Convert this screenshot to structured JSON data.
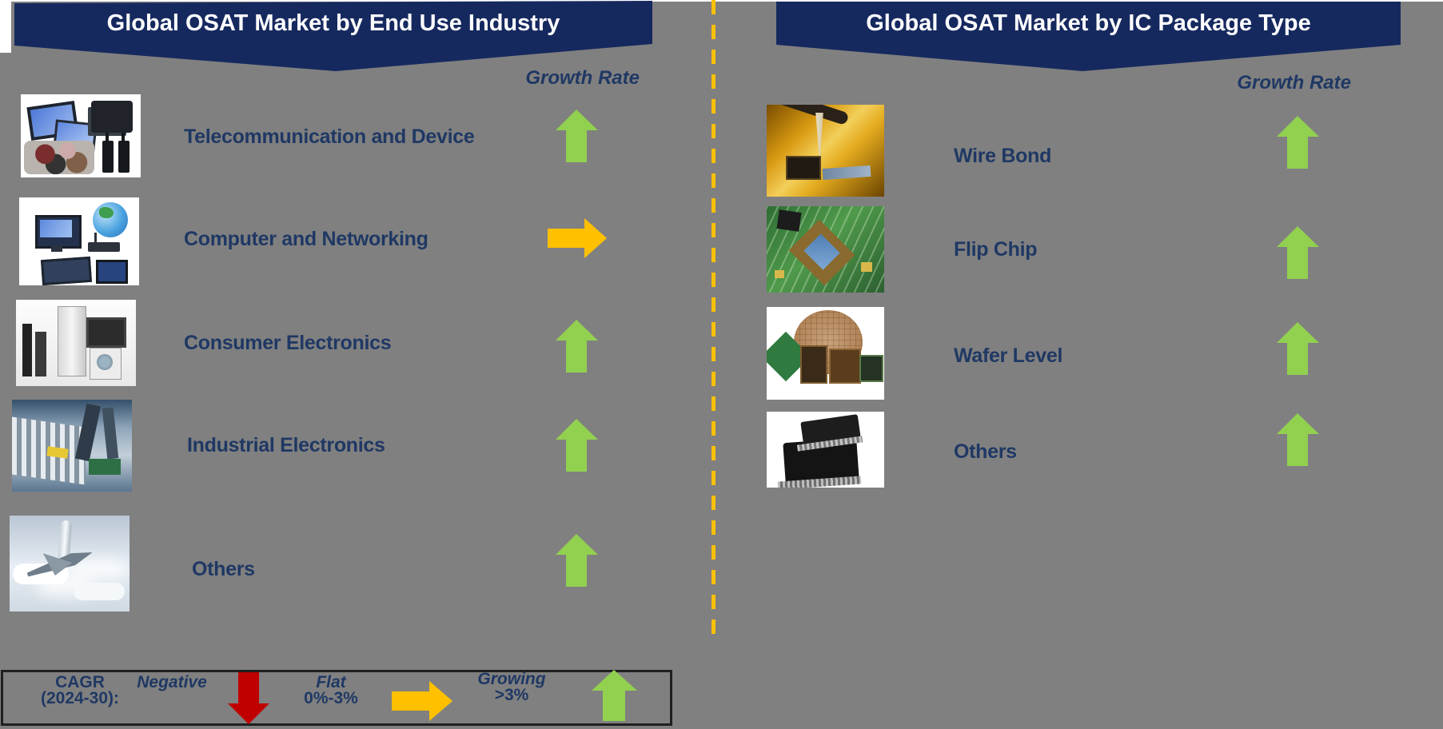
{
  "colors": {
    "background": "#808080",
    "banner": "#16295F",
    "banner_text": "#FFFFFF",
    "text_navy": "#1F3864",
    "green": "#92D050",
    "orange": "#FFC000",
    "red": "#C00000",
    "divider": "#FFC000",
    "legend_border": "#1F1F1F"
  },
  "left_panel": {
    "title": "Global OSAT Market by End Use Industry",
    "growth_rate_label": "Growth Rate",
    "rows": [
      {
        "label": "Telecommunication and Device",
        "image": "telecom-devices-photo",
        "arrow": "up-green"
      },
      {
        "label": "Computer and Networking",
        "image": "computer-networking-photo",
        "arrow": "right-orange"
      },
      {
        "label": "Consumer Electronics",
        "image": "consumer-electronics-photo",
        "arrow": "up-green"
      },
      {
        "label": "Industrial Electronics",
        "image": "industrial-electronics-photo",
        "arrow": "up-green"
      },
      {
        "label": "Others",
        "image": "aircraft-photo",
        "arrow": "up-green"
      }
    ]
  },
  "right_panel": {
    "title": "Global OSAT Market by IC Package Type",
    "growth_rate_label": "Growth Rate",
    "rows": [
      {
        "label": "Wire Bond",
        "image": "wire-bond-photo",
        "arrow": "up-green"
      },
      {
        "label": "Flip Chip",
        "image": "flip-chip-photo",
        "arrow": "up-green"
      },
      {
        "label": "Wafer Level",
        "image": "wafer-level-photo",
        "arrow": "up-green"
      },
      {
        "label": "Others",
        "image": "ic-package-photo",
        "arrow": "up-green"
      }
    ]
  },
  "legend": {
    "title_line1": "CAGR",
    "title_line2": "(2024-30):",
    "items": [
      {
        "label": "Negative",
        "sublabel": "",
        "arrow": "down-red"
      },
      {
        "label": "Flat",
        "sublabel": "0%-3%",
        "arrow": "right-orange"
      },
      {
        "label": "Growing",
        "sublabel": ">3%",
        "arrow": "up-green"
      }
    ]
  }
}
